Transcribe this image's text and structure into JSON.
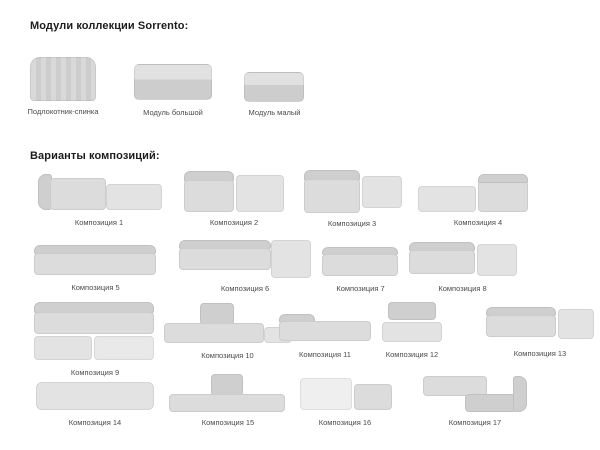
{
  "headings": {
    "modules": "Модули коллекции Sorrento:",
    "compositions": "Варианты композиций:"
  },
  "modules": [
    {
      "label": "Подлокотник-спинка"
    },
    {
      "label": "Модуль большой"
    },
    {
      "label": "Модуль малый"
    }
  ],
  "compositions": [
    {
      "label": "Композиция 1"
    },
    {
      "label": "Композиция 2"
    },
    {
      "label": "Композиция 3"
    },
    {
      "label": "Композиция 4"
    },
    {
      "label": "Композиция 5"
    },
    {
      "label": "Композиция 6"
    },
    {
      "label": "Композиция 7"
    },
    {
      "label": "Композиция 8"
    },
    {
      "label": "Композиция 9"
    },
    {
      "label": "Композиция 10"
    },
    {
      "label": "Композиция 11"
    },
    {
      "label": "Композиция 12"
    },
    {
      "label": "Композиция 13"
    },
    {
      "label": "Композиция 14"
    },
    {
      "label": "Композиция 15"
    },
    {
      "label": "Композиция 16"
    },
    {
      "label": "Композиция 17"
    }
  ]
}
